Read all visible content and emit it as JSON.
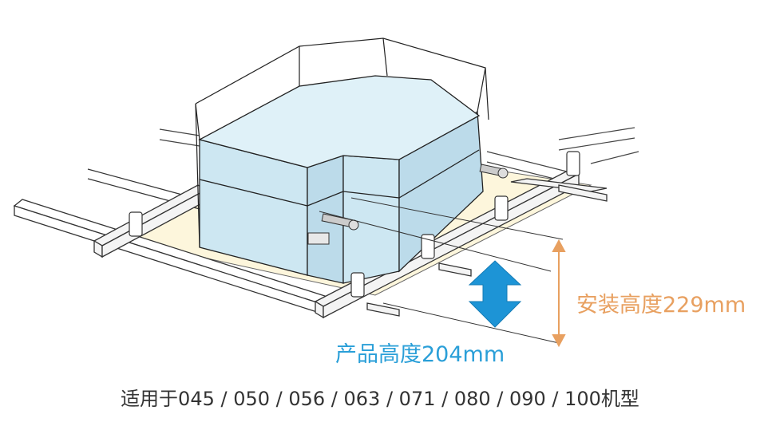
{
  "labels": {
    "install_height": "安装高度229mm",
    "product_height": "产品高度204mm",
    "caption": "适用于045 / 050 / 056 / 063 / 071 / 080 / 090 / 100机型"
  },
  "colors": {
    "unit_top": "#dff1f8",
    "unit_front": "#cde7f2",
    "unit_side": "#bcdbea",
    "ceiling_panel": "#fdf6dc",
    "install_dimension": "#e8a060",
    "product_arrow": "#1d94d6",
    "rail_stroke": "#333333"
  }
}
